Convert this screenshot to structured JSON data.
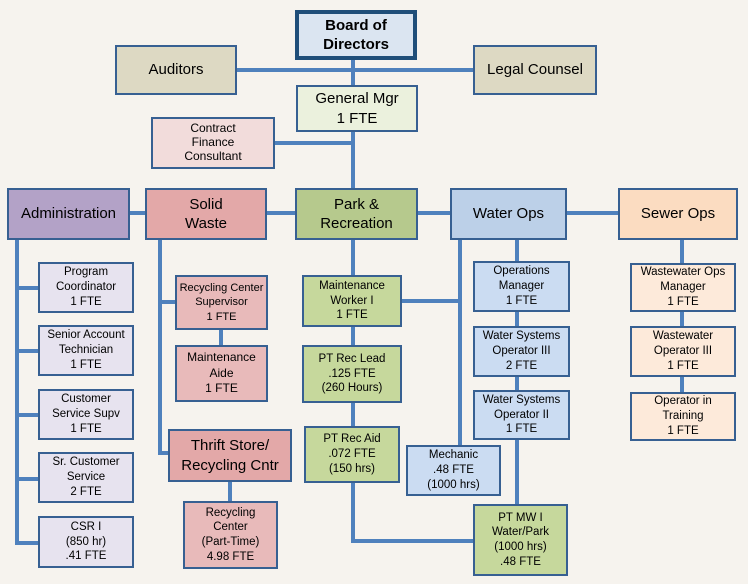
{
  "colors": {
    "background": "#f6f3ee",
    "connector_line": "#4f81bd",
    "box_border": "#376092",
    "board_border": "#1f4e79",
    "board_fill": "#dbe5f1",
    "advisor_fill": "#ddd9c3",
    "general_mgr_fill": "#ebf1dd",
    "consultant_fill": "#f2dcdb",
    "administration_fill": "#b3a2c7",
    "administration_sub_fill": "#e7e3ef",
    "solid_waste_fill": "#e3a8a8",
    "solid_waste_sub_fill": "#e8baba",
    "park_rec_fill": "#b6c98d",
    "park_rec_sub_fill": "#c6d89c",
    "water_ops_fill": "#bcd0e8",
    "water_ops_sub_fill": "#cbdcf2",
    "sewer_ops_fill": "#fbdcc1",
    "sewer_ops_sub_fill": "#fdeada"
  },
  "nodes": {
    "board": {
      "label": "Board of\nDirectors"
    },
    "auditors": {
      "label": "Auditors"
    },
    "legal": {
      "label": "Legal Counsel"
    },
    "gm": {
      "label": "General Mgr\n1 FTE"
    },
    "cfc": {
      "label": "Contract\nFinance\nConsultant"
    },
    "admin": {
      "label": "Administration"
    },
    "solid": {
      "label": "Solid\nWaste"
    },
    "park": {
      "label": "Park &\nRecreation"
    },
    "water": {
      "label": "Water Ops"
    },
    "sewer": {
      "label": "Sewer Ops"
    },
    "prog": {
      "label": "Program\nCoordinator\n1 FTE"
    },
    "sat": {
      "label": "Senior Account\nTechnician\n1 FTE"
    },
    "css": {
      "label": "Customer\nService Supv\n1 FTE"
    },
    "srcs": {
      "label": "Sr. Customer\nService\n2 FTE"
    },
    "csr": {
      "label": "CSR I\n(850 hr)\n.41 FTE"
    },
    "rcs": {
      "label": "Recycling Center\nSupervisor\n1 FTE"
    },
    "ma": {
      "label": "Maintenance\nAide\n1 FTE"
    },
    "thrift": {
      "label": "Thrift Store/\nRecycling Cntr"
    },
    "rc": {
      "label": "Recycling\nCenter\n(Part-Time)\n4.98 FTE"
    },
    "mw1": {
      "label": "Maintenance\nWorker I\n1 FTE"
    },
    "ptlead": {
      "label": "PT Rec Lead\n.125 FTE\n(260 Hours)"
    },
    "ptaid": {
      "label": "PT Rec Aid\n.072 FTE\n(150 hrs)"
    },
    "om": {
      "label": "Operations\nManager\n1 FTE"
    },
    "wso3": {
      "label": "Water Systems\nOperator III\n2 FTE"
    },
    "wso2": {
      "label": "Water Systems\nOperator II\n1 FTE"
    },
    "mech": {
      "label": "Mechanic\n.48 FTE\n(1000 hrs)"
    },
    "ptmw": {
      "label": "PT MW I\nWater/Park\n(1000 hrs)\n.48 FTE"
    },
    "wwom": {
      "label": "Wastewater Ops\nManager\n1 FTE"
    },
    "wwo3": {
      "label": "Wastewater\nOperator III\n1 FTE"
    },
    "oit": {
      "label": "Operator in\nTraining\n1 FTE"
    }
  }
}
